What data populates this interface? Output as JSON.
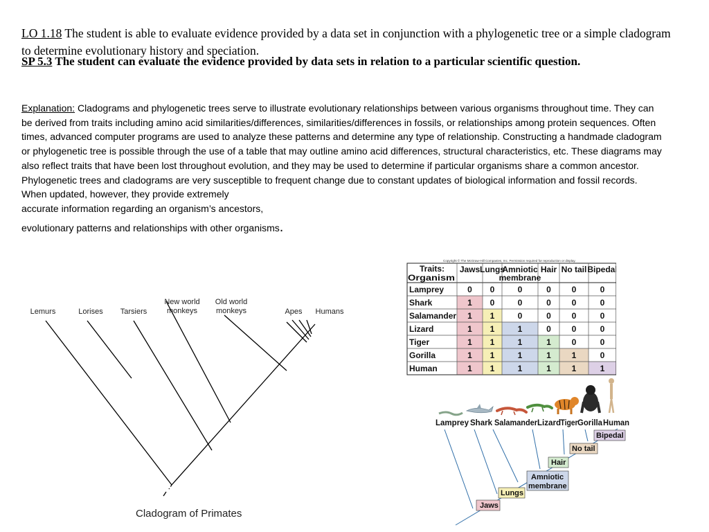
{
  "lo": {
    "code": "LO 1.18",
    "text": " The student is able to evaluate evidence provided by a data set in conjunction with a phylogenetic tree or a simple cladogram to determine evolutionary history and speciation."
  },
  "sp": {
    "code": "SP 5.3",
    "text": " The student can evaluate the evidence provided by data sets in relation to a particular scientific question."
  },
  "explanation": {
    "heading": "Explanation:",
    "body": "Cladograms and phylogenetic trees serve to illustrate evolutionary relationships between various organisms throughout time. They can be derived from traits including amino acid similarities/differences, similarities/differences in fossils, or relationships among protein sequences. Often times, advanced computer programs are used to analyze these patterns and determine any type of relationship. Constructing a handmade cladogram or phylogenetic tree is possible through the use of a table that may outline amino acid differences, structural characteristics, etc. These diagrams may also reflect traits that have been lost throughout evolution, and they may be used to determine if particular organisms share a common ancestor. Phylogenetic trees and cladograms are very susceptible to frequent change due to constant updates of biological information and fossil records. When updated, however, they provide extremely",
    "line2": "accurate information regarding an organism’s ancestors,",
    "line3": "evolutionary patterns and relationships with other organisms",
    "end": "."
  },
  "primate_cladogram": {
    "taxa": [
      "Lemurs",
      "Lorises",
      "Tarsiers",
      "New world\nmonkeys",
      "Old world\nmonkeys",
      "Apes",
      "Humans"
    ],
    "caption": "Cladogram of  Primates"
  },
  "trait_table": {
    "copyright": "Copyright © The McGraw-Hill Companies, Inc. Permission required for reproduction or display.",
    "corner_top": "Traits:",
    "corner_bottom": "Organism",
    "traits": [
      "Jaws",
      "Lungs",
      "Amniotic\nmembrane",
      "Hair",
      "No tail",
      "Bipedal"
    ],
    "trait_colors": [
      "#efc6cc",
      "#f6efb6",
      "#cdd7ea",
      "#d4ebcf",
      "#ead8c2",
      "#ddd0e6"
    ],
    "rows": [
      {
        "organism": "Lamprey",
        "values": [
          0,
          0,
          0,
          0,
          0,
          0
        ]
      },
      {
        "organism": "Shark",
        "values": [
          1,
          0,
          0,
          0,
          0,
          0
        ]
      },
      {
        "organism": "Salamander",
        "values": [
          1,
          1,
          0,
          0,
          0,
          0
        ]
      },
      {
        "organism": "Lizard",
        "values": [
          1,
          1,
          1,
          0,
          0,
          0
        ]
      },
      {
        "organism": "Tiger",
        "values": [
          1,
          1,
          1,
          1,
          0,
          0
        ]
      },
      {
        "organism": "Gorilla",
        "values": [
          1,
          1,
          1,
          1,
          1,
          0
        ]
      },
      {
        "organism": "Human",
        "values": [
          1,
          1,
          1,
          1,
          1,
          1
        ]
      }
    ]
  },
  "vertebrate_cladogram": {
    "taxa": [
      "Lamprey",
      "Shark",
      "Salamander",
      "Lizard",
      "Tiger",
      "Gorilla",
      "Human"
    ],
    "traits": [
      "Jaws",
      "Lungs",
      "Amniotic\nmembrane",
      "Hair",
      "No tail",
      "Bipedal"
    ]
  }
}
